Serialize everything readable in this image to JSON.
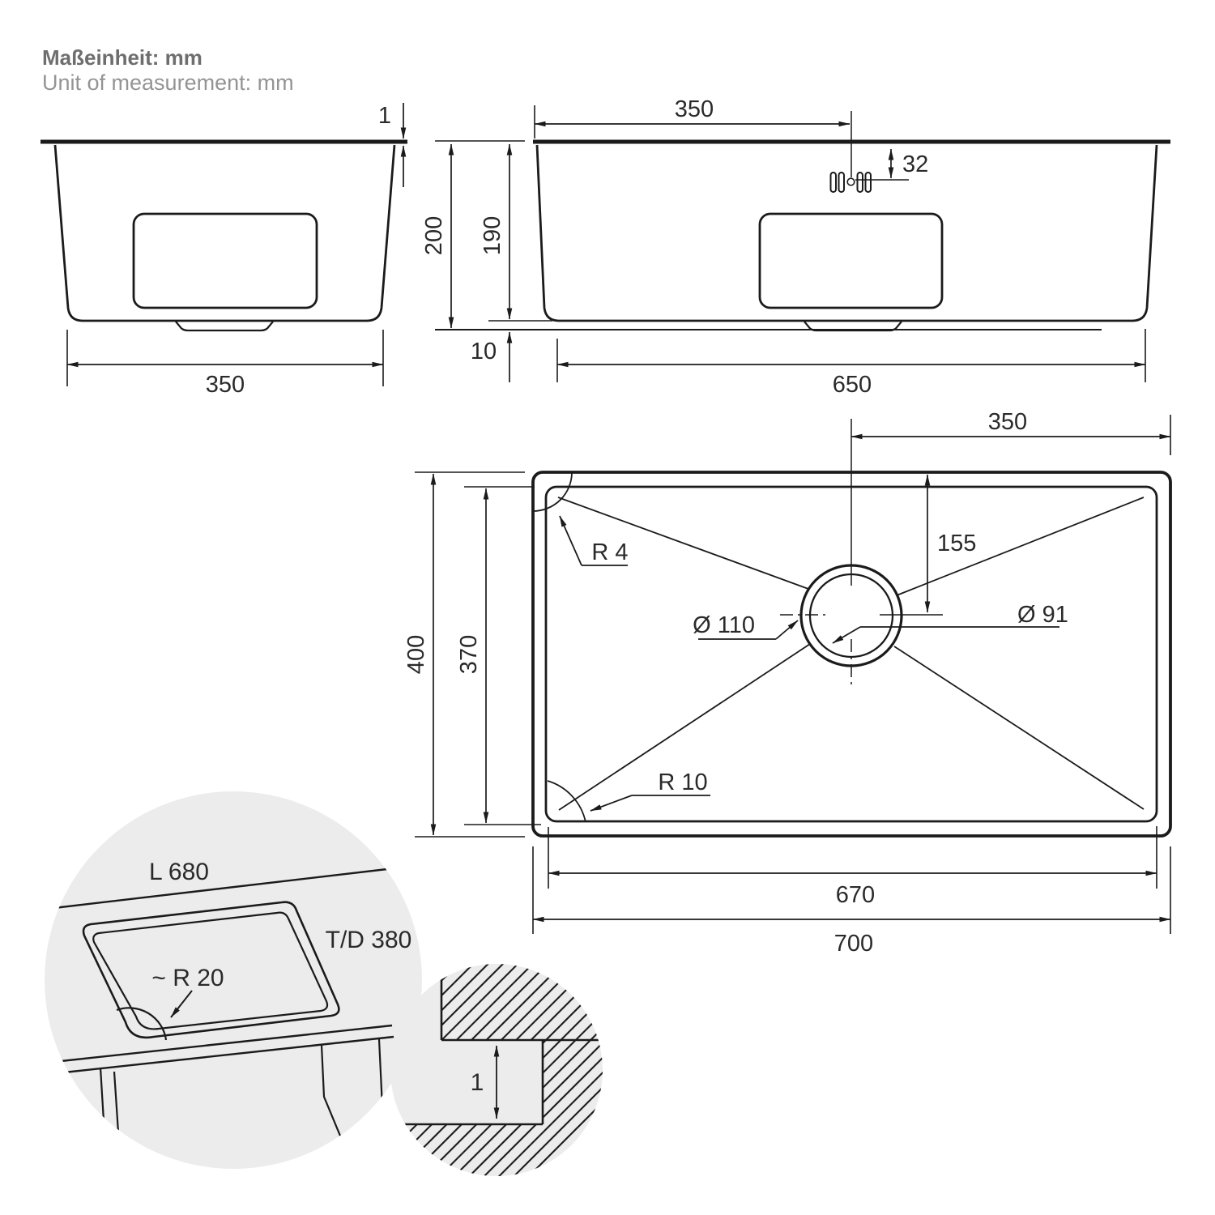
{
  "header": {
    "title_de": "Maßeinheit: mm",
    "title_en": "Unit of measurement: mm"
  },
  "colors": {
    "line": "#1b1b1b",
    "dim_text": "#2a2a2a",
    "header_de": "#6e6e6e",
    "header_en": "#949494",
    "detail_bg": "#ececec",
    "background": "#ffffff"
  },
  "side_view": {
    "rim_thickness": "1",
    "base_width": "350"
  },
  "front_view": {
    "drain_offset": "350",
    "overflow_offset": "32",
    "height_outer": "200",
    "height_inner": "190",
    "bottom_gap": "10",
    "base_length": "650"
  },
  "top_view": {
    "drain_from_right": "350",
    "drain_from_top": "155",
    "corner_radius_top": "R 4",
    "drain_outer_dia": "Ø 110",
    "drain_inner_dia": "Ø 91",
    "width_outer": "400",
    "width_inner": "370",
    "corner_radius_bottom": "R 10",
    "length_inner": "670",
    "length_outer": "700"
  },
  "cutout_detail": {
    "length": "L 680",
    "depth": "T/D 380",
    "corner_radius": "~ R 20"
  },
  "section_detail": {
    "rim_height": "1"
  }
}
